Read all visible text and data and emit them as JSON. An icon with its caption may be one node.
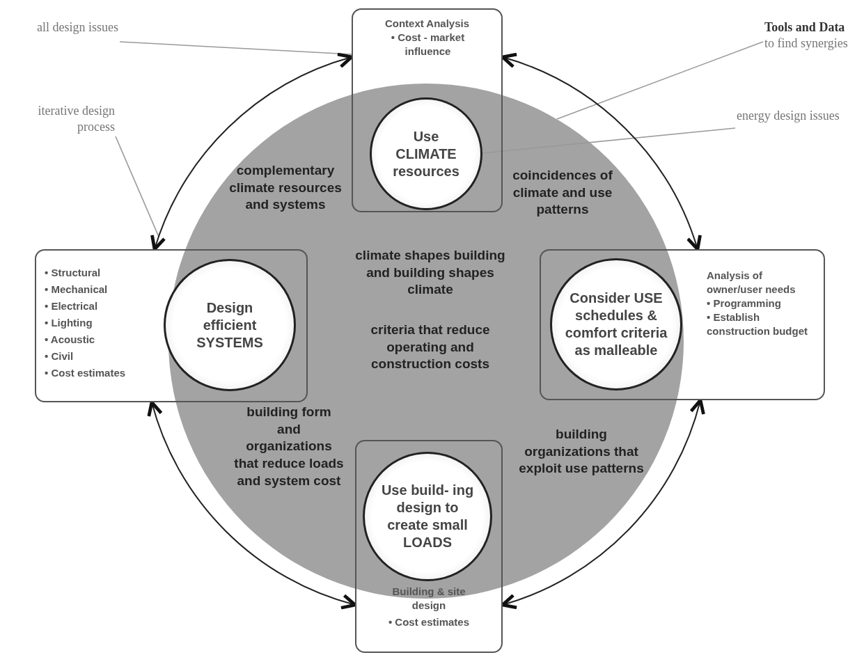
{
  "diagram": {
    "nodes": [
      {
        "text": [
          "all design issues"
        ]
      },
      {
        "text": [
          "Tools and Data",
          "to find synergies"
        ]
      },
      {
        "text": [
          "iterative design process"
        ]
      },
      {
        "text": [
          "energy design issues"
        ]
      },
      {
        "text": [
          "complementary climate resources and systems",
          "coincidences of climate and use patterns",
          "climate shapes building and building shapes climate",
          "criteria that reduce operating and construction costs",
          "building form and organizations that reduce loads and system cost",
          "building organizations that exploit use patterns"
        ]
      },
      {
        "text": [
          "Context Analysis",
          "• Cost - market influence"
        ]
      },
      {
        "text": [
          "Use CLIMATE resources"
        ]
      },
      {
        "text": [
          "• Structural",
          "• Mechanical",
          "• Electrical",
          "• Lighting",
          "• Acoustic",
          "• Civil",
          "• Cost estimates"
        ]
      },
      {
        "text": [
          "Design efficient SYSTEMS"
        ]
      },
      {
        "text": [
          "Analysis of owner/user needs",
          "• Programming",
          "• Establish construction budget"
        ]
      },
      {
        "text": [
          "Consider USE schedules & comfort criteria as malleable"
        ]
      },
      {
        "text": [
          "Building & site design",
          "• Cost estimates"
        ]
      },
      {
        "text": [
          "Use build- ing design to create small LOADS"
        ]
      }
    ],
    "edges": [
      {
        "from": 0,
        "to": 5,
        "arrow": "none",
        "color": "#999999"
      },
      {
        "from": 1,
        "to": 4,
        "arrow": "none",
        "color": "#999999"
      },
      {
        "from": 2,
        "to": null,
        "arrow": "none",
        "color": "#999999"
      },
      {
        "from": 3,
        "to": 6,
        "arrow": "none",
        "color": "#999999"
      },
      {
        "from": 5,
        "to": 7,
        "arrow": "both",
        "color": "#222222"
      },
      {
        "from": 5,
        "to": 9,
        "arrow": "both",
        "color": "#222222"
      },
      {
        "from": 7,
        "to": 11,
        "arrow": "both",
        "color": "#222222"
      },
      {
        "from": 9,
        "to": 11,
        "arrow": "both",
        "color": "#222222"
      }
    ]
  }
}
